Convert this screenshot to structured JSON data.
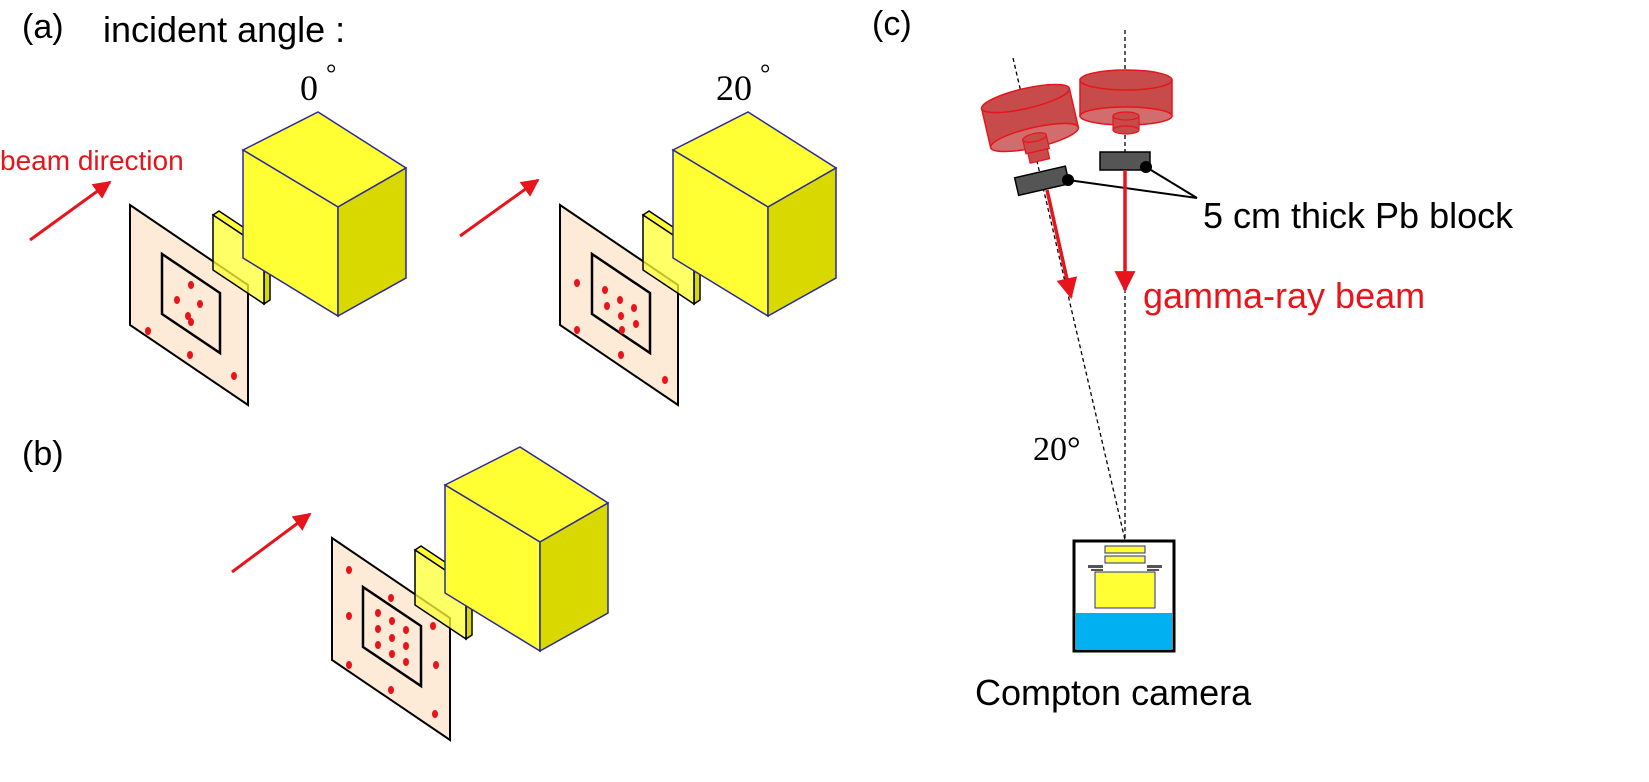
{
  "panels": {
    "a": {
      "label": "(a)",
      "heading": "incident angle :",
      "angle_left": "0",
      "angle_right": "20",
      "degree_symbol": "°",
      "beam_label": "beam direction"
    },
    "b": {
      "label": "(b)"
    },
    "c": {
      "label": "(c)",
      "pb_label": "5 cm thick Pb block",
      "beam_label": "gamma-ray beam",
      "angle_label": "20°",
      "camera_label": "Compton camera"
    }
  },
  "colors": {
    "beam_red": "#e8141c",
    "phantom_yellow": "#ffff33",
    "phantom_side": "#d9d900",
    "film_peach": "#fdebd8",
    "marker_red": "#e8141c",
    "source_red": "#c74b4b",
    "pb_gray": "#555555",
    "camera_blue": "#00b0f0",
    "edge_blue": "#2a2a9a"
  },
  "markers": {
    "a_left_inner": 5,
    "a_left_outer": 3,
    "a_right_inner": 7,
    "a_right_outer": 4,
    "b_inner": 9,
    "b_outer": 8
  }
}
